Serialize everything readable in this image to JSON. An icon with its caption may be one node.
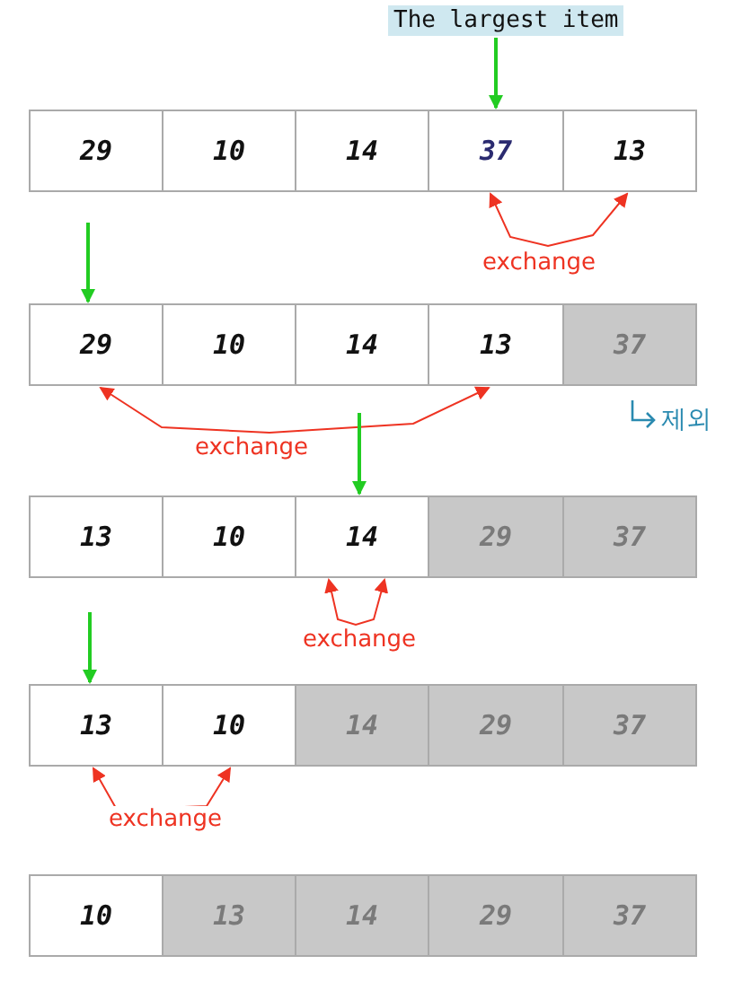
{
  "diagram": {
    "nodes": [
      {
        "text": [
          "The largest item"
        ]
      },
      {
        "text": [
          "29"
        ]
      },
      {
        "text": [
          "10"
        ]
      },
      {
        "text": [
          "14"
        ]
      },
      {
        "text": [
          "37"
        ]
      },
      {
        "text": [
          "13"
        ]
      },
      {
        "text": [
          "29"
        ]
      },
      {
        "text": [
          "10"
        ]
      },
      {
        "text": [
          "14"
        ]
      },
      {
        "text": [
          "13"
        ]
      },
      {
        "text": [
          "37"
        ]
      },
      {
        "text": [
          "13"
        ]
      },
      {
        "text": [
          "10"
        ]
      },
      {
        "text": [
          "14"
        ]
      },
      {
        "text": [
          "29"
        ]
      },
      {
        "text": [
          "37"
        ]
      },
      {
        "text": [
          "13"
        ]
      },
      {
        "text": [
          "10"
        ]
      },
      {
        "text": [
          "14"
        ]
      },
      {
        "text": [
          "29"
        ]
      },
      {
        "text": [
          "37"
        ]
      },
      {
        "text": [
          "10"
        ]
      },
      {
        "text": [
          "13"
        ]
      },
      {
        "text": [
          "14"
        ]
      },
      {
        "text": [
          "29"
        ]
      },
      {
        "text": [
          "37"
        ]
      }
    ],
    "edges": [
      {
        "from": 0,
        "to": 4,
        "arrow": "to",
        "color": "#22cc22"
      },
      {
        "from": 4,
        "to": 5,
        "arrow": "both",
        "label": "exchange",
        "color": "#ee3322"
      },
      {
        "from": null,
        "to": 6,
        "arrow": "to",
        "color": "#22cc22"
      },
      {
        "from": 6,
        "to": 9,
        "arrow": "both",
        "label": "exchange",
        "color": "#ee3322"
      },
      {
        "from": null,
        "to": 13,
        "arrow": "to",
        "color": "#22cc22"
      },
      {
        "from": 13,
        "to": 13,
        "arrow": "both",
        "label": "exchange",
        "color": "#ee3322"
      },
      {
        "from": null,
        "to": 16,
        "arrow": "to",
        "color": "#22cc22"
      },
      {
        "from": 16,
        "to": 17,
        "arrow": "both",
        "label": "exchange",
        "color": "#ee3322"
      }
    ],
    "labels": [
      "제외"
    ]
  }
}
